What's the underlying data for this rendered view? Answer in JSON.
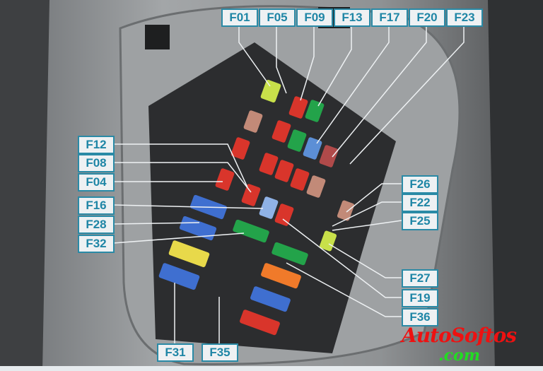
{
  "labels": {
    "top": [
      "F01",
      "F05",
      "F09",
      "F13",
      "F17",
      "F20",
      "F23"
    ],
    "left": [
      "F12",
      "F08",
      "F04",
      "F16",
      "F28",
      "F32"
    ],
    "right": [
      "F26",
      "F22",
      "F25",
      "F27",
      "F19",
      "F36"
    ],
    "bottom": [
      "F31",
      "F35"
    ]
  },
  "watermark": {
    "name": "AutoSoftos",
    "domain": ".com"
  },
  "colors": {
    "label_border": "#2a8aa6",
    "label_text": "#1f86a6",
    "label_bg": "#eef1f3",
    "watermark_red": "#ee1111",
    "watermark_green": "#22dd22"
  }
}
